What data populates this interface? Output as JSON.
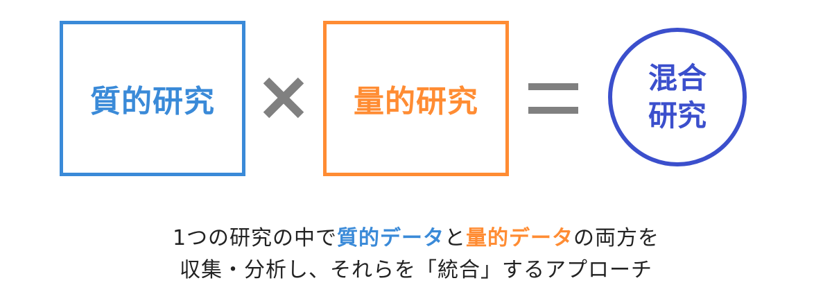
{
  "diagram": {
    "qualitative_label": "質的研究",
    "quantitative_label": "量的研究",
    "mixed_label_line1": "混合",
    "mixed_label_line2": "研究",
    "operator_times": "×",
    "operator_equals": "="
  },
  "caption": {
    "line1": {
      "part1": "1つの研究の中で",
      "qual_data": "質的データ",
      "part2": "と",
      "quant_data": "量的データ",
      "part3": "の両方を"
    },
    "line2": "収集・分析し、それらを「統合」するアプローチ"
  },
  "colors": {
    "qualitative": "#3A8AD8",
    "quantitative": "#FF8C33",
    "mixed": "#3B4FCC",
    "operator": "#808080"
  }
}
